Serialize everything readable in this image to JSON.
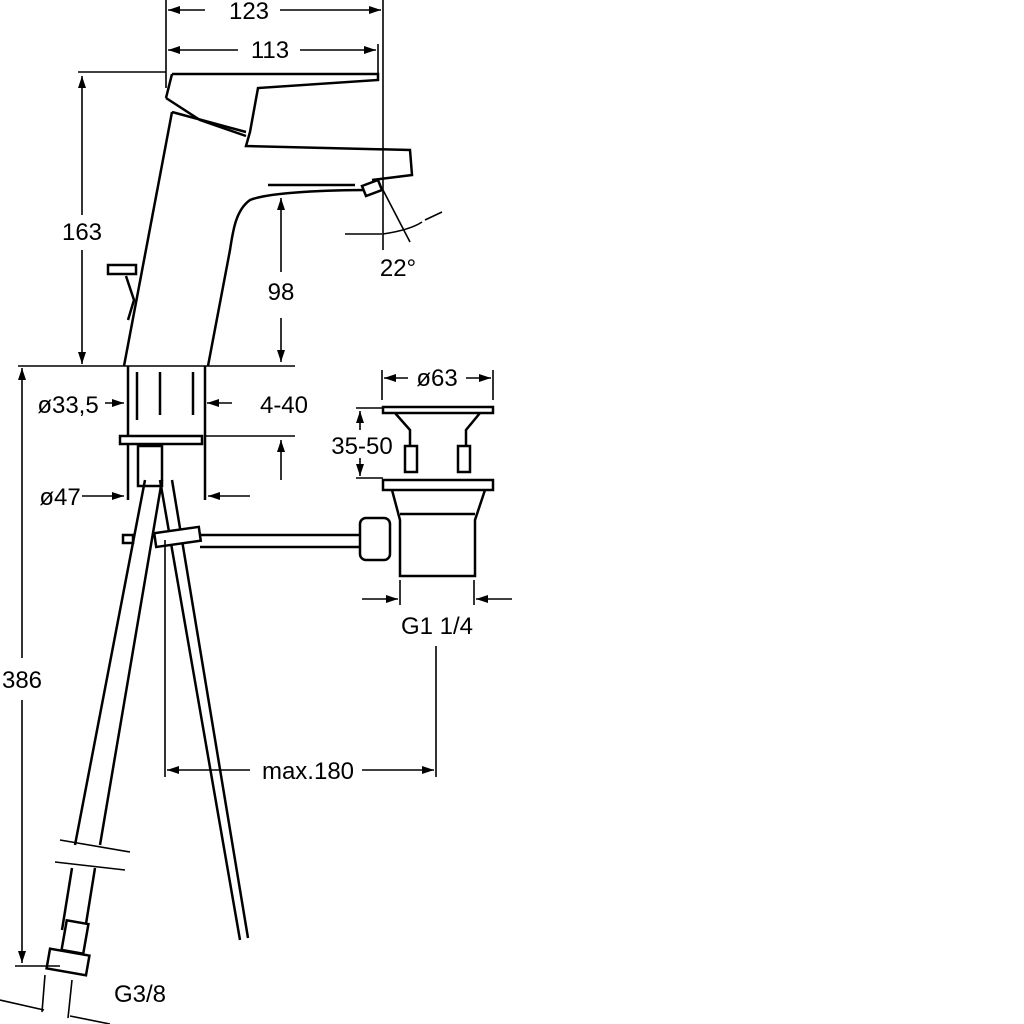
{
  "drawing": {
    "dimensions": {
      "overall_reach": "123",
      "spout_reach": "113",
      "total_height": "163",
      "spout_height": "98",
      "spout_angle": "22°",
      "hole_diameter": "ø33,5",
      "deck_thickness": "4-40",
      "flange_diameter": "ø47",
      "hose_length": "386",
      "hose_thread": "G3/8",
      "waste_diameter": "ø63",
      "waste_adjust": "35-50",
      "waste_thread": "G1 1/4",
      "rod_length": "max.180"
    },
    "color": "#000000"
  }
}
